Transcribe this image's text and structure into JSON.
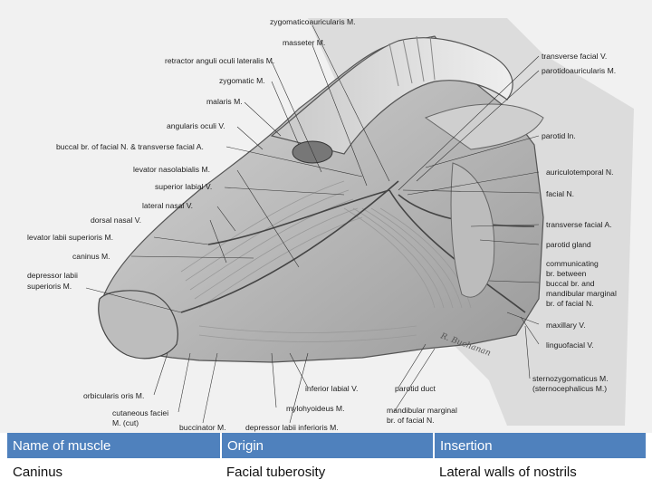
{
  "figure": {
    "signature": "R. Buchanan",
    "labels": {
      "zygomaticoauricularis": "zygomaticoauricularis M.",
      "masseter": "masseter M.",
      "retractor": "retractor anguli oculi lateralis M.",
      "zygomatic": "zygomatic M.",
      "malaris": "malaris M.",
      "angularis": "angularis oculi V.",
      "buccal_branch": "buccal br. of facial N. & transverse facial A.",
      "levator_nasolabialis": "levator nasolabialis M.",
      "superior_labial": "superior labial V.",
      "lateral_nasal": "lateral nasal V.",
      "dorsal_nasal": "dorsal nasal V.",
      "levator_labii": "levator labii superioris M.",
      "caninus": "caninus M.",
      "depressor_labii_sup_1": "depressor labii",
      "depressor_labii_sup_2": "superioris M.",
      "orbicularis": "orbicularis oris M.",
      "cutaneous_1": "cutaneous faciei",
      "cutaneous_2": "M. (cut)",
      "buccinator": "buccinator M.",
      "depressor_labii_inf": "depressor labii inferioris M.",
      "mylohyoideus": "mylohyoideus M.",
      "inferior_labial": "inferior labial V.",
      "parotid_duct": "parotid duct",
      "mandibular_marginal_1": "mandibular marginal",
      "mandibular_marginal_2": "br. of facial N.",
      "transverse_facial_v": "transverse facial V.",
      "parotidoauricularis": "parotidoauricularis M.",
      "parotid_ln": "parotid ln.",
      "auriculotemporal": "auriculotemporal N.",
      "facial_n": "facial N.",
      "transverse_facial_a": "transverse facial A.",
      "parotid_gland": "parotid gland",
      "communicating_1": "communicating",
      "communicating_2": "br. between",
      "communicating_3": "buccal br. and",
      "communicating_4": "mandibular marginal",
      "communicating_5": "br. of facial N.",
      "maxillary": "maxillary V.",
      "linguofacial": "linguofacial V.",
      "sternozygomaticus_1": "sternozygomaticus M.",
      "sternozygomaticus_2": "(sternocephalicus M.)"
    }
  },
  "table": {
    "headers": [
      "Name of muscle",
      "Origin",
      "Insertion"
    ],
    "rows": [
      [
        "Caninus",
        "Facial tuberosity",
        "Lateral walls of nostrils"
      ]
    ]
  }
}
